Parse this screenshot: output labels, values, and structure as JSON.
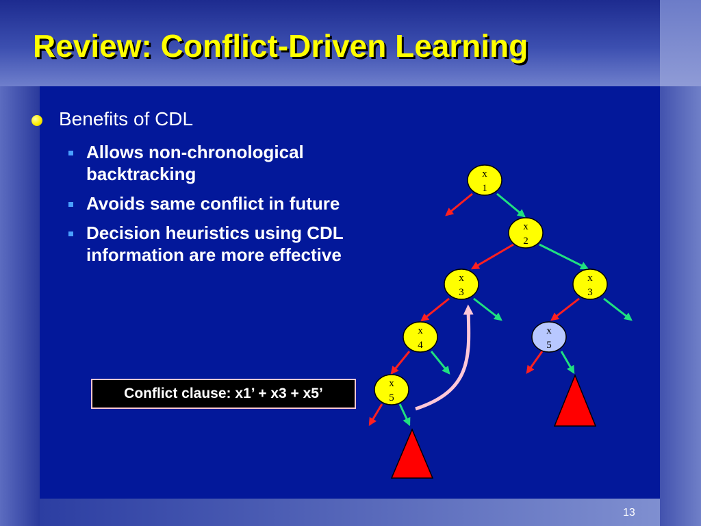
{
  "slide": {
    "title": "Review: Conflict-Driven Learning",
    "bullet": "Benefits of CDL",
    "sub_bullets": [
      "Allows non-chronological backtracking",
      "Avoids same conflict in future",
      "Decision heuristics using CDL information are more effective"
    ],
    "conflict_clause": "Conflict clause: x1’ + x3 + x5’",
    "page_number": "13"
  },
  "diagram": {
    "nodes": [
      {
        "id": "n1",
        "var": "x",
        "sub": "1",
        "style": "yellow"
      },
      {
        "id": "n2",
        "var": "x",
        "sub": "2",
        "style": "yellow"
      },
      {
        "id": "n3a",
        "var": "x",
        "sub": "3",
        "style": "yellow"
      },
      {
        "id": "n3b",
        "var": "x",
        "sub": "3",
        "style": "yellow"
      },
      {
        "id": "n4",
        "var": "x",
        "sub": "4",
        "style": "yellow"
      },
      {
        "id": "n5a",
        "var": "x",
        "sub": "5",
        "style": "yellow"
      },
      {
        "id": "n5b",
        "var": "x",
        "sub": "5",
        "style": "lightblue"
      }
    ],
    "edges": [
      {
        "from": "n1",
        "to": "n2",
        "color": "green"
      },
      {
        "from": "n2",
        "to": "n3a",
        "color": "red"
      },
      {
        "from": "n2",
        "to": "n3b",
        "color": "green"
      },
      {
        "from": "n3a",
        "to": "n4",
        "color": "red"
      },
      {
        "from": "n4",
        "to": "n5a",
        "color": "red"
      }
    ],
    "colors": {
      "node_yellow": "#ffff00",
      "node_lightblue": "#b8c8ff",
      "edge_red": "#ff2020",
      "edge_green": "#20e080",
      "conflict_triangle": "#ff0000",
      "backtrack_arrow": "#ffc8d8"
    }
  }
}
